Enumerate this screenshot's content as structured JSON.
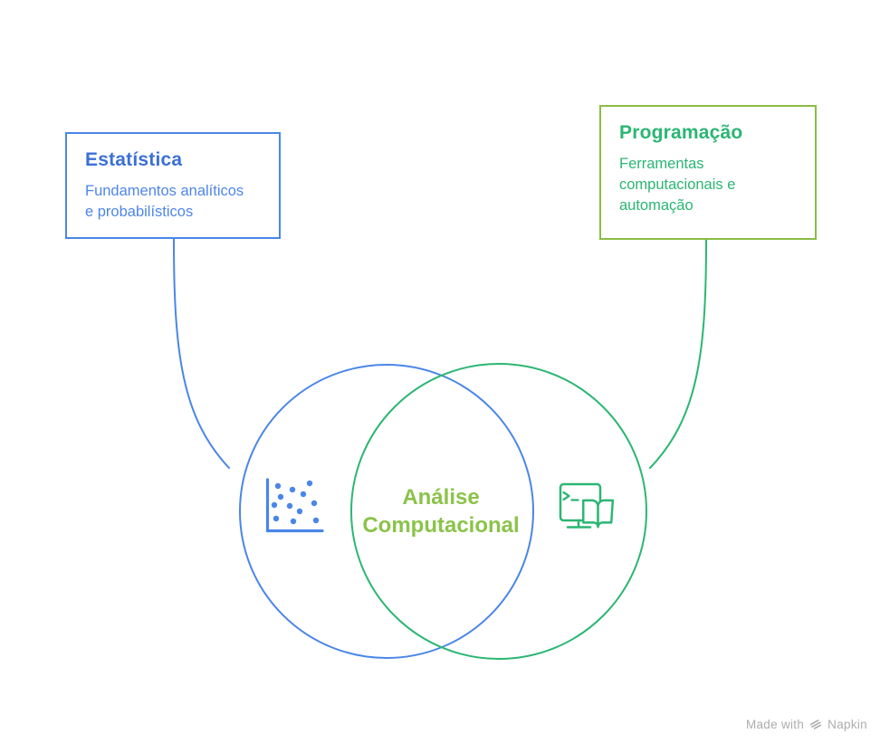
{
  "colors": {
    "blue": "#4A86E8",
    "blue-dark": "#3C6FD7",
    "blue-soft": "#4E86E8",
    "green": "#2BB673",
    "olive": "#8ABD43",
    "olive-text": "#8BC34A",
    "gray": "#ADADAD"
  },
  "left_box": {
    "title": "Estatística",
    "subtitle": "Fundamentos analíticos e probabilísticos"
  },
  "right_box": {
    "title": "Programação",
    "subtitle": "Ferramentas computacionais e automação"
  },
  "venn": {
    "center_label": "Análise Computacional",
    "left_icon": "scatter-plot-icon",
    "right_icon": "terminal-book-icon"
  },
  "footer": {
    "made_with": "Made with",
    "brand": "Napkin"
  }
}
